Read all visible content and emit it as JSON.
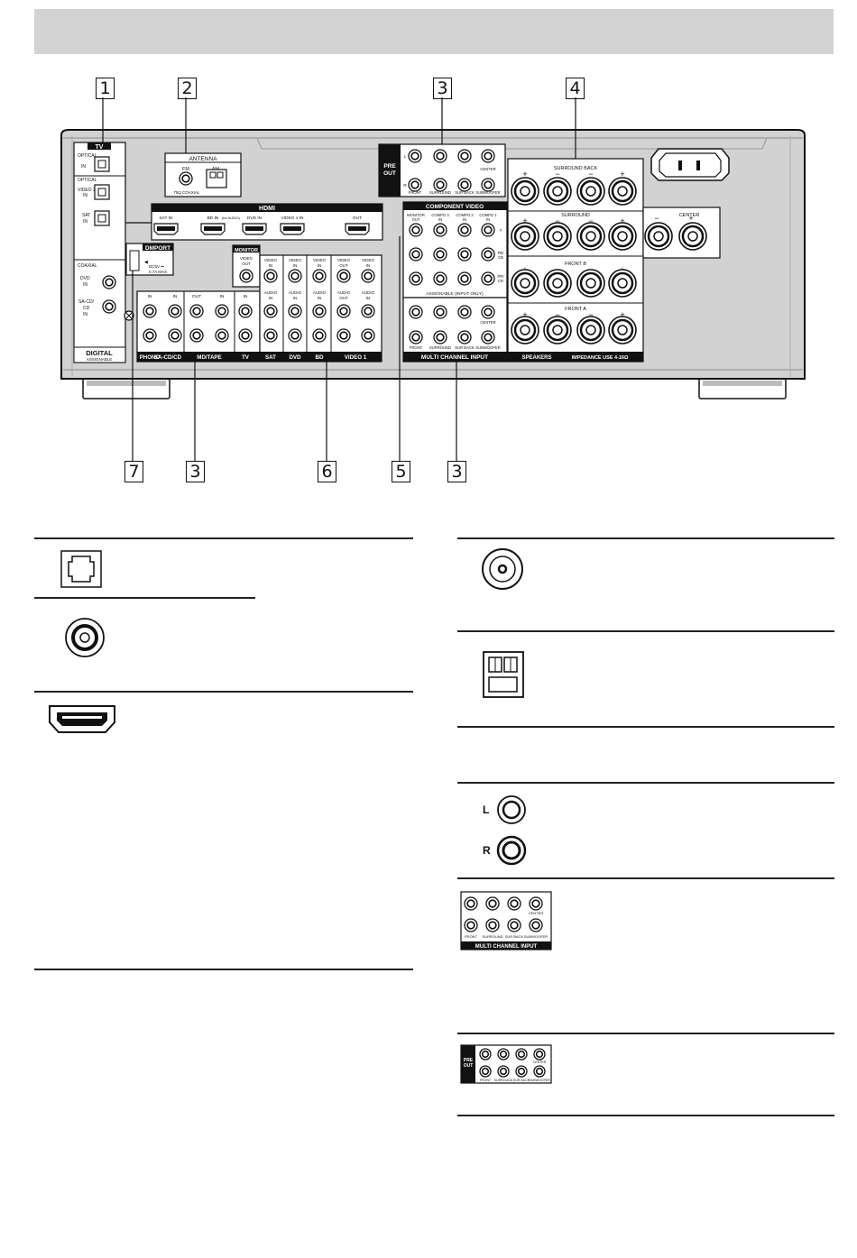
{
  "callouts": {
    "top": [
      "1",
      "2",
      "3",
      "4"
    ],
    "bottom": [
      "7",
      "3",
      "6",
      "5",
      "3"
    ]
  },
  "panel": {
    "tv": "TV",
    "optical": "OPTICAL",
    "in": "IN",
    "video2_in": "VIDEO 2\nIN",
    "sat_in": "SAT\nIN",
    "coaxial": "COAXIAL",
    "dvd_in": "DVD\nIN",
    "sacd_in": "SA-CD/\nCD\nIN",
    "digital": "DIGITAL",
    "assignable": "ASSIGNABLE",
    "antenna": "ANTENNA",
    "fm": "FM",
    "am": "AM",
    "coaxial_75": "75Ω COAXIAL",
    "hdmi": "HDMI",
    "hdmi_ports": [
      "SAT IN",
      "BD IN",
      "DVD IN",
      "VIDEO 1 IN",
      "OUT"
    ],
    "hdmi_bd_note": "(for AUDIO)",
    "dmport": "DMPORT",
    "dmport_power": "DC5V ⎓\n0.7A MAX",
    "monitor": "MONITOR",
    "video_out": "VIDEO\nOUT",
    "video_in": "VIDEO\nIN",
    "audio_in": "AUDIO\nIN",
    "audio_out": "AUDIO\nOUT",
    "in_short": "IN",
    "out_short": "OUT",
    "audio_labels": [
      "PHONO",
      "SA-CD/CD",
      "MD/TAPE",
      "TV",
      "SAT",
      "DVD",
      "BD",
      "VIDEO 1"
    ],
    "L": "L",
    "R": "R",
    "pre_out": "PRE\nOUT",
    "front": "FRONT",
    "surround": "SURROUND",
    "sur_back": "SUR BACK",
    "center": "CENTER",
    "subwoofer": "SUBWOOFER",
    "component_video": "COMPONENT VIDEO",
    "comp_cols": [
      "MONITOR\nOUT",
      "COMPO 3\nIN",
      "COMPO 2\nIN",
      "COMPO 1\nIN"
    ],
    "comp_rows": [
      "Y",
      "PB/\nCB",
      "PR/\nCR"
    ],
    "assignable_input_only": "ASSIGNABLE (INPUT ONLY)",
    "multi_channel_input": "MULTI CHANNEL INPUT",
    "surround_back": "SURROUND BACK",
    "surround_sp": "SURROUND",
    "front_b": "FRONT B",
    "front_a": "FRONT A",
    "center_sp": "CENTER",
    "speakers": "SPEAKERS",
    "impedance": "IMPEDANCE USE 4-16Ω",
    "plus": "+",
    "minus": "−"
  },
  "legend": {
    "L": "L",
    "R": "R",
    "multi_channel_input": "MULTI CHANNEL INPUT",
    "pre_out": "PRE\nOUT",
    "front": "FRONT",
    "surround": "SURROUND",
    "sur_back": "SUR BACK",
    "center": "CENTER",
    "subwoofer": "SUBWOOFER"
  }
}
